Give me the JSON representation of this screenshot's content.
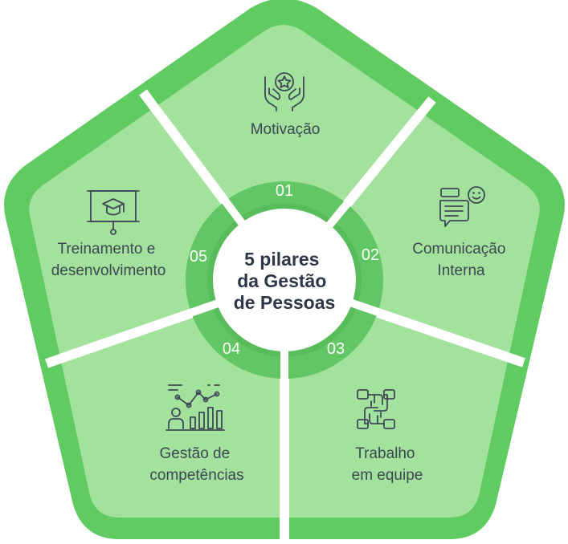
{
  "center_title": [
    "5 pilares",
    "da Gestão",
    "de Pessoas"
  ],
  "colors": {
    "outer": "#5fcb61",
    "segment": "#a3e29d",
    "ring": "#62c664",
    "text": "#3d4654"
  },
  "pillars": [
    {
      "number": "01",
      "label_lines": [
        "Motivação"
      ],
      "icon": "hands-star-icon"
    },
    {
      "number": "02",
      "label_lines": [
        "Comunicação",
        "Interna"
      ],
      "icon": "chat-smile-icon"
    },
    {
      "number": "03",
      "label_lines": [
        "Trabalho",
        "em equipe"
      ],
      "icon": "teamwork-hands-icon"
    },
    {
      "number": "04",
      "label_lines": [
        "Gestão de",
        "competências"
      ],
      "icon": "growth-chart-icon"
    },
    {
      "number": "05",
      "label_lines": [
        "Treinamento e",
        "desenvolvimento"
      ],
      "icon": "presentation-board-icon"
    }
  ]
}
